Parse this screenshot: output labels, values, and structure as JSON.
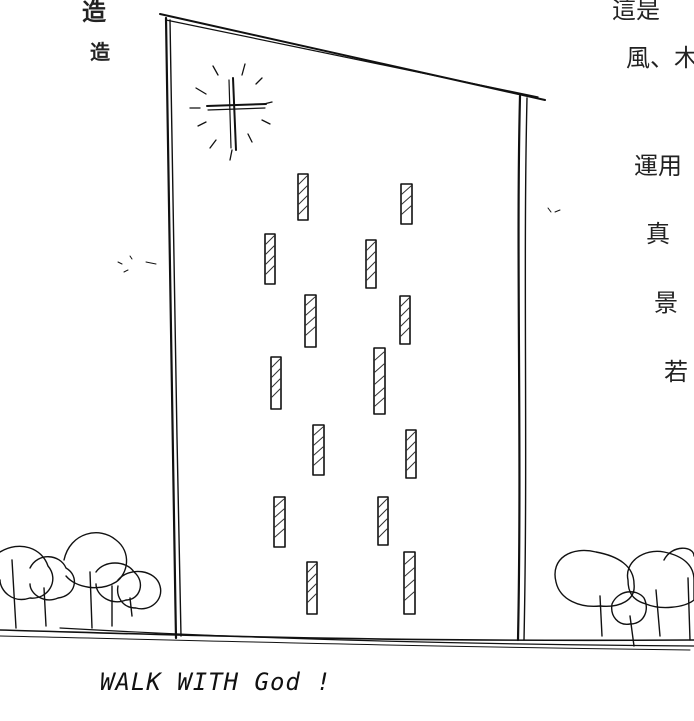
{
  "left_text": {
    "line1": "造",
    "line2": "造"
  },
  "right_text": [
    "這是",
    "風、木",
    "運用",
    "真",
    "景",
    "若"
  ],
  "caption": "WALK WITH God !",
  "colors": {
    "ink": "#111111",
    "paper": "#ffffff",
    "hatch": "#333333"
  },
  "icons": {
    "cross": "cross-icon"
  }
}
